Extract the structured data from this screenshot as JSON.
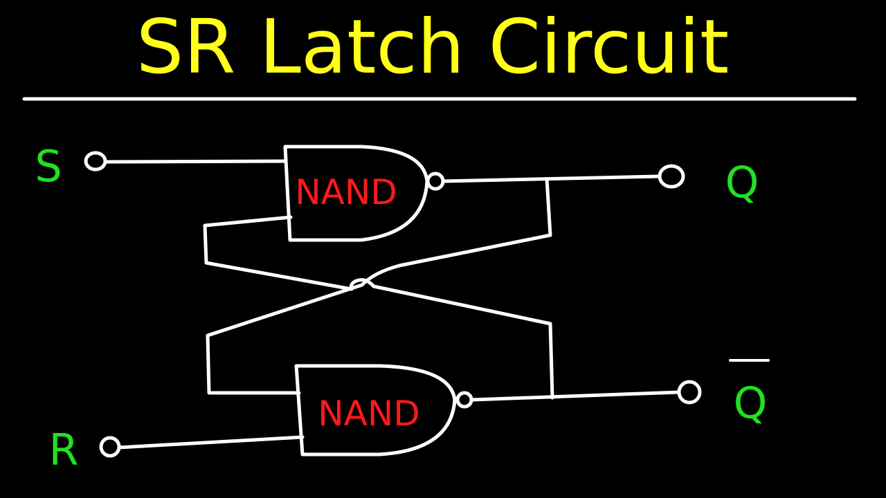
{
  "title": "SR Latch Circuit",
  "gates": {
    "top": {
      "label": "NAND"
    },
    "bottom": {
      "label": "NAND"
    }
  },
  "pins": {
    "s": "S",
    "r": "R",
    "q": "Q",
    "q_bar": "Q"
  },
  "colors": {
    "background": "#000000",
    "title": "#ffff1a",
    "gate_label": "#ff1a1a",
    "pin_label": "#22e022",
    "wire": "#ffffff"
  }
}
